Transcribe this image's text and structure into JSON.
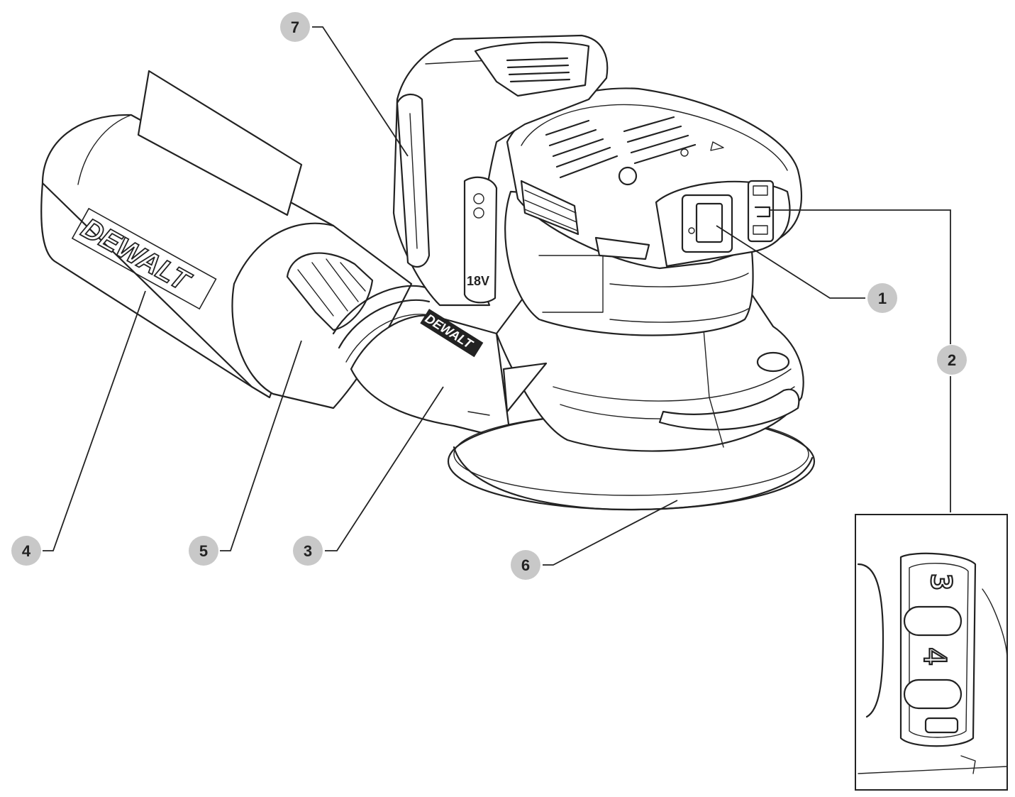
{
  "brand": {
    "logo_text": "DEWALT",
    "voltage_text": "18V"
  },
  "colors": {
    "callout_fill": "#c8c8c8",
    "line": "#222222",
    "background": "#ffffff"
  },
  "speed_dial": {
    "visible_digits": [
      "3",
      "4"
    ]
  },
  "callouts": [
    {
      "id": "callout-1",
      "label": "1"
    },
    {
      "id": "callout-2",
      "label": "2"
    },
    {
      "id": "callout-3",
      "label": "3"
    },
    {
      "id": "callout-4",
      "label": "4"
    },
    {
      "id": "callout-5",
      "label": "5"
    },
    {
      "id": "callout-6",
      "label": "6"
    },
    {
      "id": "callout-7",
      "label": "7"
    }
  ]
}
